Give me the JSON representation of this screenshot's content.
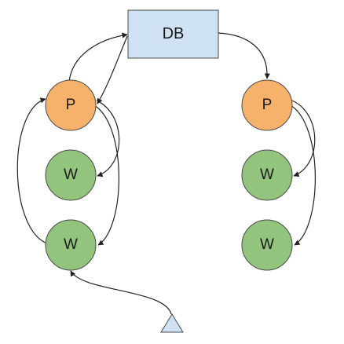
{
  "nodes": {
    "db": {
      "label": "DB"
    },
    "left_p": {
      "label": "P"
    },
    "left_w1": {
      "label": "W"
    },
    "left_w2": {
      "label": "W"
    },
    "right_p": {
      "label": "P"
    },
    "right_w1": {
      "label": "W"
    },
    "right_w2": {
      "label": "W"
    }
  },
  "colors": {
    "db_fill": "#cfe2f3",
    "p_fill": "#f6b26b",
    "w_fill": "#93c47d",
    "trigger_fill": "#cfe2f3",
    "stroke": "#4a4a4a",
    "edge": "#222222"
  },
  "edges": [
    {
      "from": "left_p",
      "to": "db"
    },
    {
      "from": "db",
      "to": "left_p"
    },
    {
      "from": "db",
      "to": "right_p"
    },
    {
      "from": "left_p",
      "to": "left_w1"
    },
    {
      "from": "left_p",
      "to": "left_w2"
    },
    {
      "from": "left_w2",
      "to": "left_p"
    },
    {
      "from": "trigger",
      "to": "left_w2"
    },
    {
      "from": "right_p",
      "to": "right_w1"
    },
    {
      "from": "right_p",
      "to": "right_w2"
    }
  ]
}
